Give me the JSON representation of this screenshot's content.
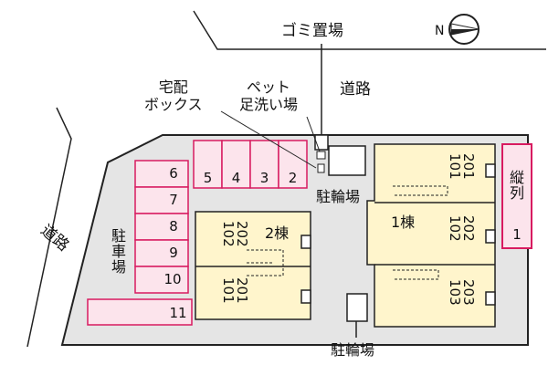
{
  "colors": {
    "parking_fill": "#fce4ec",
    "parking_stroke": "#d81b60",
    "building_fill": "#fff5cc",
    "site_fill": "#e5e5e5",
    "line": "#222222"
  },
  "labels": {
    "garbage": "ゴミ置場",
    "road_top": "道路",
    "road_left": "道路",
    "delivery_box": "宅配\nボックス",
    "pet_wash": "ペット\n足洗い場",
    "bicycle_top": "駐輪場",
    "bicycle_bottom": "駐輪場",
    "car_parking": "駐車場",
    "tandem_parking": "縦列",
    "building1": "1棟",
    "building2": "2棟"
  },
  "parking": {
    "left_column": [
      "6",
      "7",
      "8",
      "9",
      "10"
    ],
    "bottom": "11",
    "top_row": [
      "5",
      "4",
      "3",
      "2"
    ],
    "tandem": "1"
  },
  "units": {
    "building1": [
      "201\n101",
      "202\n102",
      "203\n103"
    ],
    "building2": [
      "202\n102",
      "201\n101"
    ]
  },
  "north_arrow_label": "N"
}
